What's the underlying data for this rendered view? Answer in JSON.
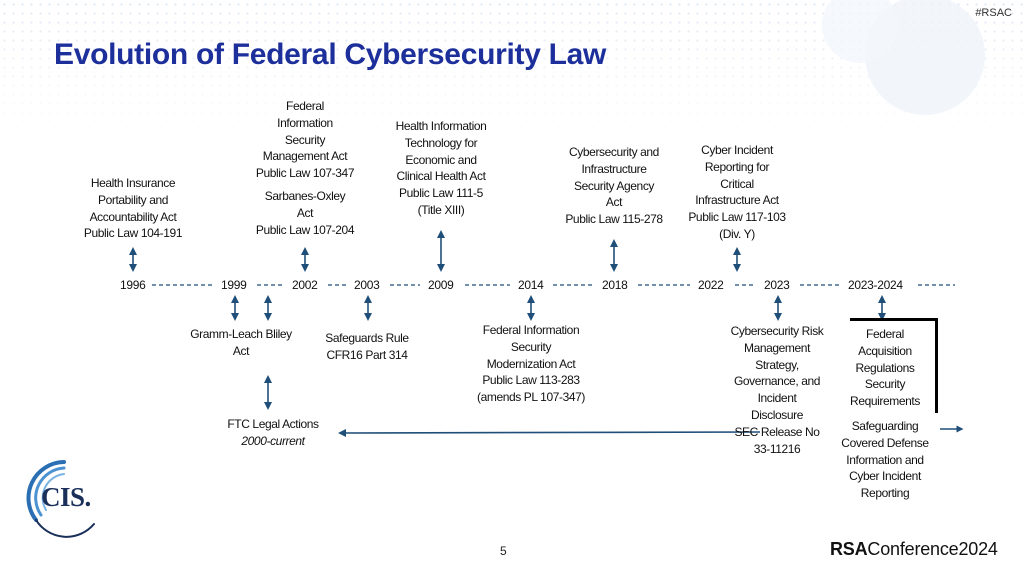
{
  "slide": {
    "tag": "#RSAC",
    "title": "Evolution of Federal Cybersecurity Law",
    "page_number": "5",
    "footer_brand_bold": "RSA",
    "footer_brand_rest": "Conference2024",
    "logo_text": "CIS."
  },
  "years": [
    "1996",
    "1999",
    "2002",
    "2003",
    "2009",
    "2014",
    "2018",
    "2022",
    "2023",
    "2023-2024"
  ],
  "above": {
    "hipaa": [
      "Health Insurance",
      "Portability and",
      "Accountability Act",
      "Public Law 104-191"
    ],
    "fisma": [
      "Federal",
      "Information",
      "Security",
      "Management Act",
      "Public Law 107-347"
    ],
    "sox": [
      "Sarbanes-Oxley",
      "Act",
      "Public Law 107-204"
    ],
    "hitech": [
      "Health Information",
      "Technology for",
      "Economic and",
      "Clinical Health Act",
      "Public Law 111-5",
      "(Title XIII)"
    ],
    "cisa": [
      "Cybersecurity and",
      "Infrastructure",
      "Security Agency",
      "Act",
      "Public Law 115-278"
    ],
    "circia": [
      "Cyber Incident",
      "Reporting for",
      "Critical",
      "Infrastructure Act",
      "Public Law 117-103",
      "(Div. Y)"
    ]
  },
  "below": {
    "glba": [
      "Gramm-Leach Bliley",
      "Act"
    ],
    "safeguards": [
      "Safeguards Rule",
      "CFR16 Part 314"
    ],
    "fisma2014": [
      "Federal Information",
      "Security",
      "Modernization Act",
      "Public Law 113-283",
      "(amends PL 107-347)"
    ],
    "sec": [
      "Cybersecurity Risk",
      "Management",
      "Strategy,",
      "Governance, and",
      "Incident",
      "Disclosure",
      "SEC Release No",
      "33-11216"
    ],
    "far": [
      "Federal",
      "Acquisition",
      "Regulations",
      "Security",
      "Requirements"
    ],
    "dfars": [
      "Safeguarding",
      "Covered Defense",
      "Information and",
      "Cyber Incident",
      "Reporting"
    ],
    "ftc_title": "FTC Legal Actions",
    "ftc_sub": "2000-current"
  }
}
